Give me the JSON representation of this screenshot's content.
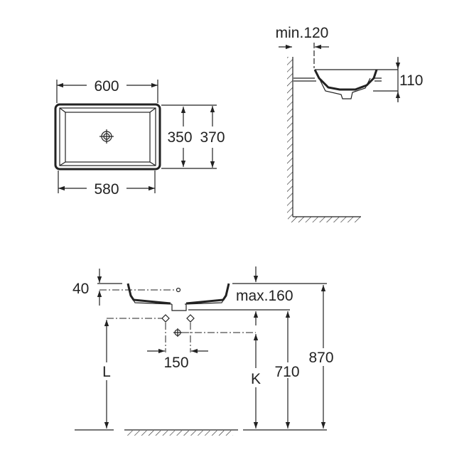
{
  "top_view": {
    "width_outer": "600",
    "width_inner": "580",
    "depth_inner": "350",
    "depth_outer": "370"
  },
  "side_view": {
    "wall_clearance": "min.120",
    "height": "110"
  },
  "front_view": {
    "rim_to_overflow": "40",
    "max_height": "max.160",
    "supply_spacing": "150",
    "supply_height": "L",
    "waste_height": "K",
    "counter_height": "710",
    "rim_height": "870"
  }
}
